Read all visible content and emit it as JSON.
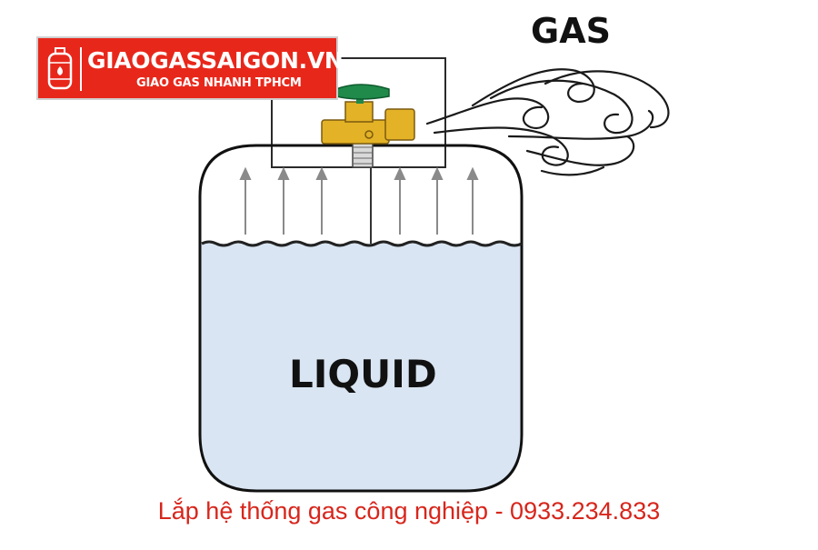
{
  "brand": {
    "name": "GIAOGASSAIGON.VN",
    "tagline": "GIAO GAS NHANH TPHCM",
    "color": "#e8271b"
  },
  "diagram": {
    "gas_label": "GAS",
    "liquid_label": "LIQUID",
    "liquid_color": "#d9e5f2",
    "valve_color": "#e3b226",
    "handle_color": "#1f8a4a"
  },
  "footer": {
    "text": "Lắp hệ thống gas công nghiệp - 0933.234.833",
    "color": "#d7261c"
  }
}
